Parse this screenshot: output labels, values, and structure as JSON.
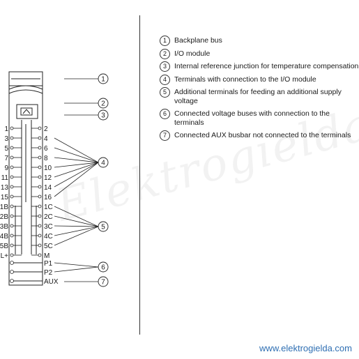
{
  "watermark": "Elektrogielda",
  "footer_url": "www.elektrogielda.com",
  "left_terminals": [
    "1",
    "3",
    "5",
    "7",
    "9",
    "11",
    "13",
    "15",
    "1B",
    "2B",
    "3B",
    "4B",
    "5B",
    "L+"
  ],
  "right_terminals": [
    "2",
    "4",
    "6",
    "8",
    "10",
    "12",
    "14",
    "16",
    "1C",
    "2C",
    "3C",
    "4C",
    "5C",
    "M"
  ],
  "bus_labels": [
    "P1",
    "P2",
    "AUX"
  ],
  "callouts": [
    "1",
    "2",
    "3",
    "4",
    "5",
    "6",
    "7"
  ],
  "legend": [
    {
      "num": "1",
      "text": "Backplane bus"
    },
    {
      "num": "2",
      "text": "I/O module"
    },
    {
      "num": "3",
      "text": "Internal reference junction for temperature compensation"
    },
    {
      "num": "4",
      "text": "Terminals with connection to the I/O module"
    },
    {
      "num": "5",
      "text": "Additional terminals for feeding an additional supply voltage"
    },
    {
      "num": "6",
      "text": "Connected voltage buses with connection to the terminals"
    },
    {
      "num": "7",
      "text": "Connected AUX busbar not connected to the terminals"
    }
  ]
}
